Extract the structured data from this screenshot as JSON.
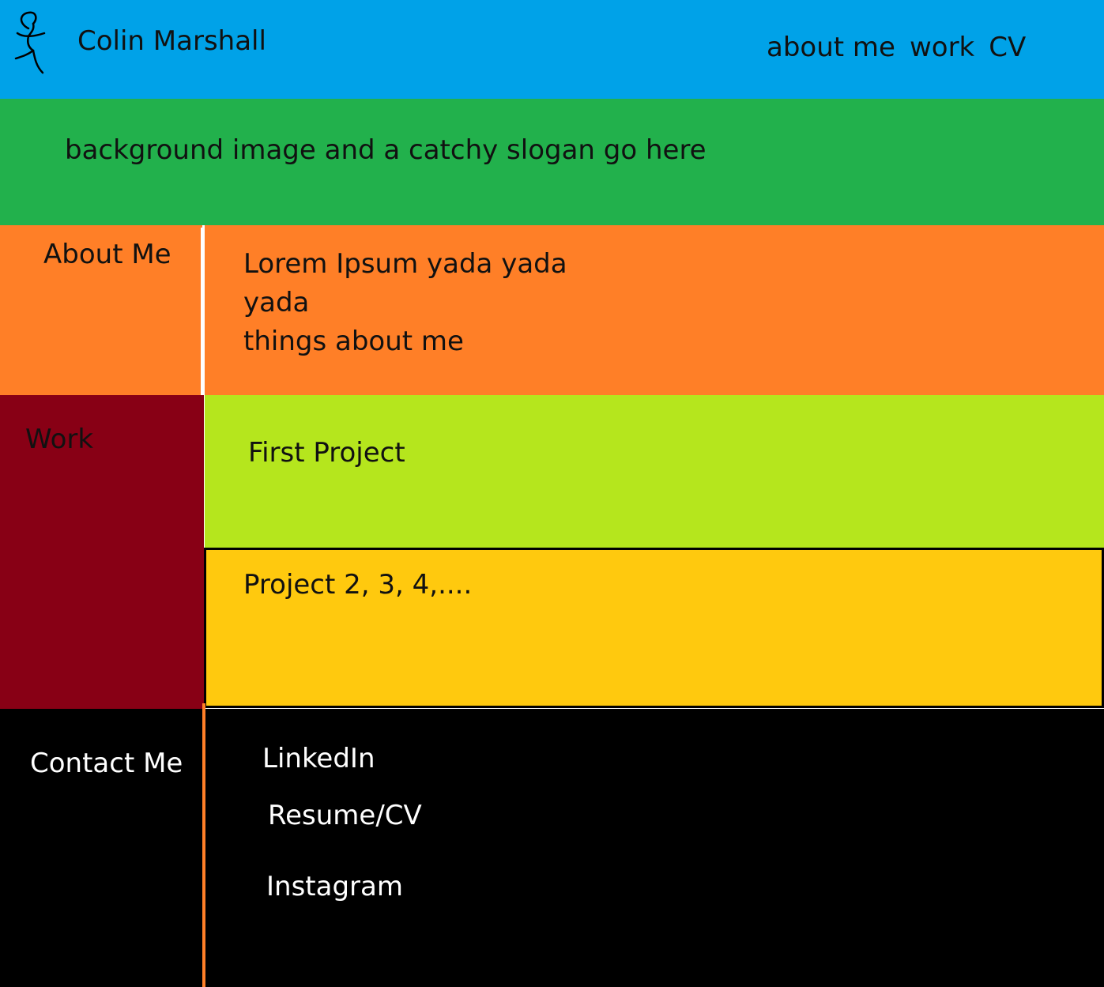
{
  "colors": {
    "header": "#00a2e8",
    "hero": "#22b14c",
    "about": "#ff7f27",
    "work": "#880015",
    "project_first": "#b5e61d",
    "project_rest": "#ffc90e",
    "contact": "#000000"
  },
  "header": {
    "logo_icon": "stick-figure-icon",
    "site_name": "Colin Marshall",
    "nav": [
      "about me",
      "work",
      "CV"
    ]
  },
  "hero": {
    "text": "background image and a catchy slogan go here"
  },
  "about": {
    "heading": "About Me",
    "lines": [
      "Lorem Ipsum yada yada",
      "yada",
      "things about me"
    ]
  },
  "work": {
    "heading": "Work",
    "projects": [
      "First Project",
      "Project 2, 3, 4,...."
    ]
  },
  "contact": {
    "heading": "Contact Me",
    "links": [
      "LinkedIn",
      "Resume/CV",
      "Instagram"
    ]
  }
}
